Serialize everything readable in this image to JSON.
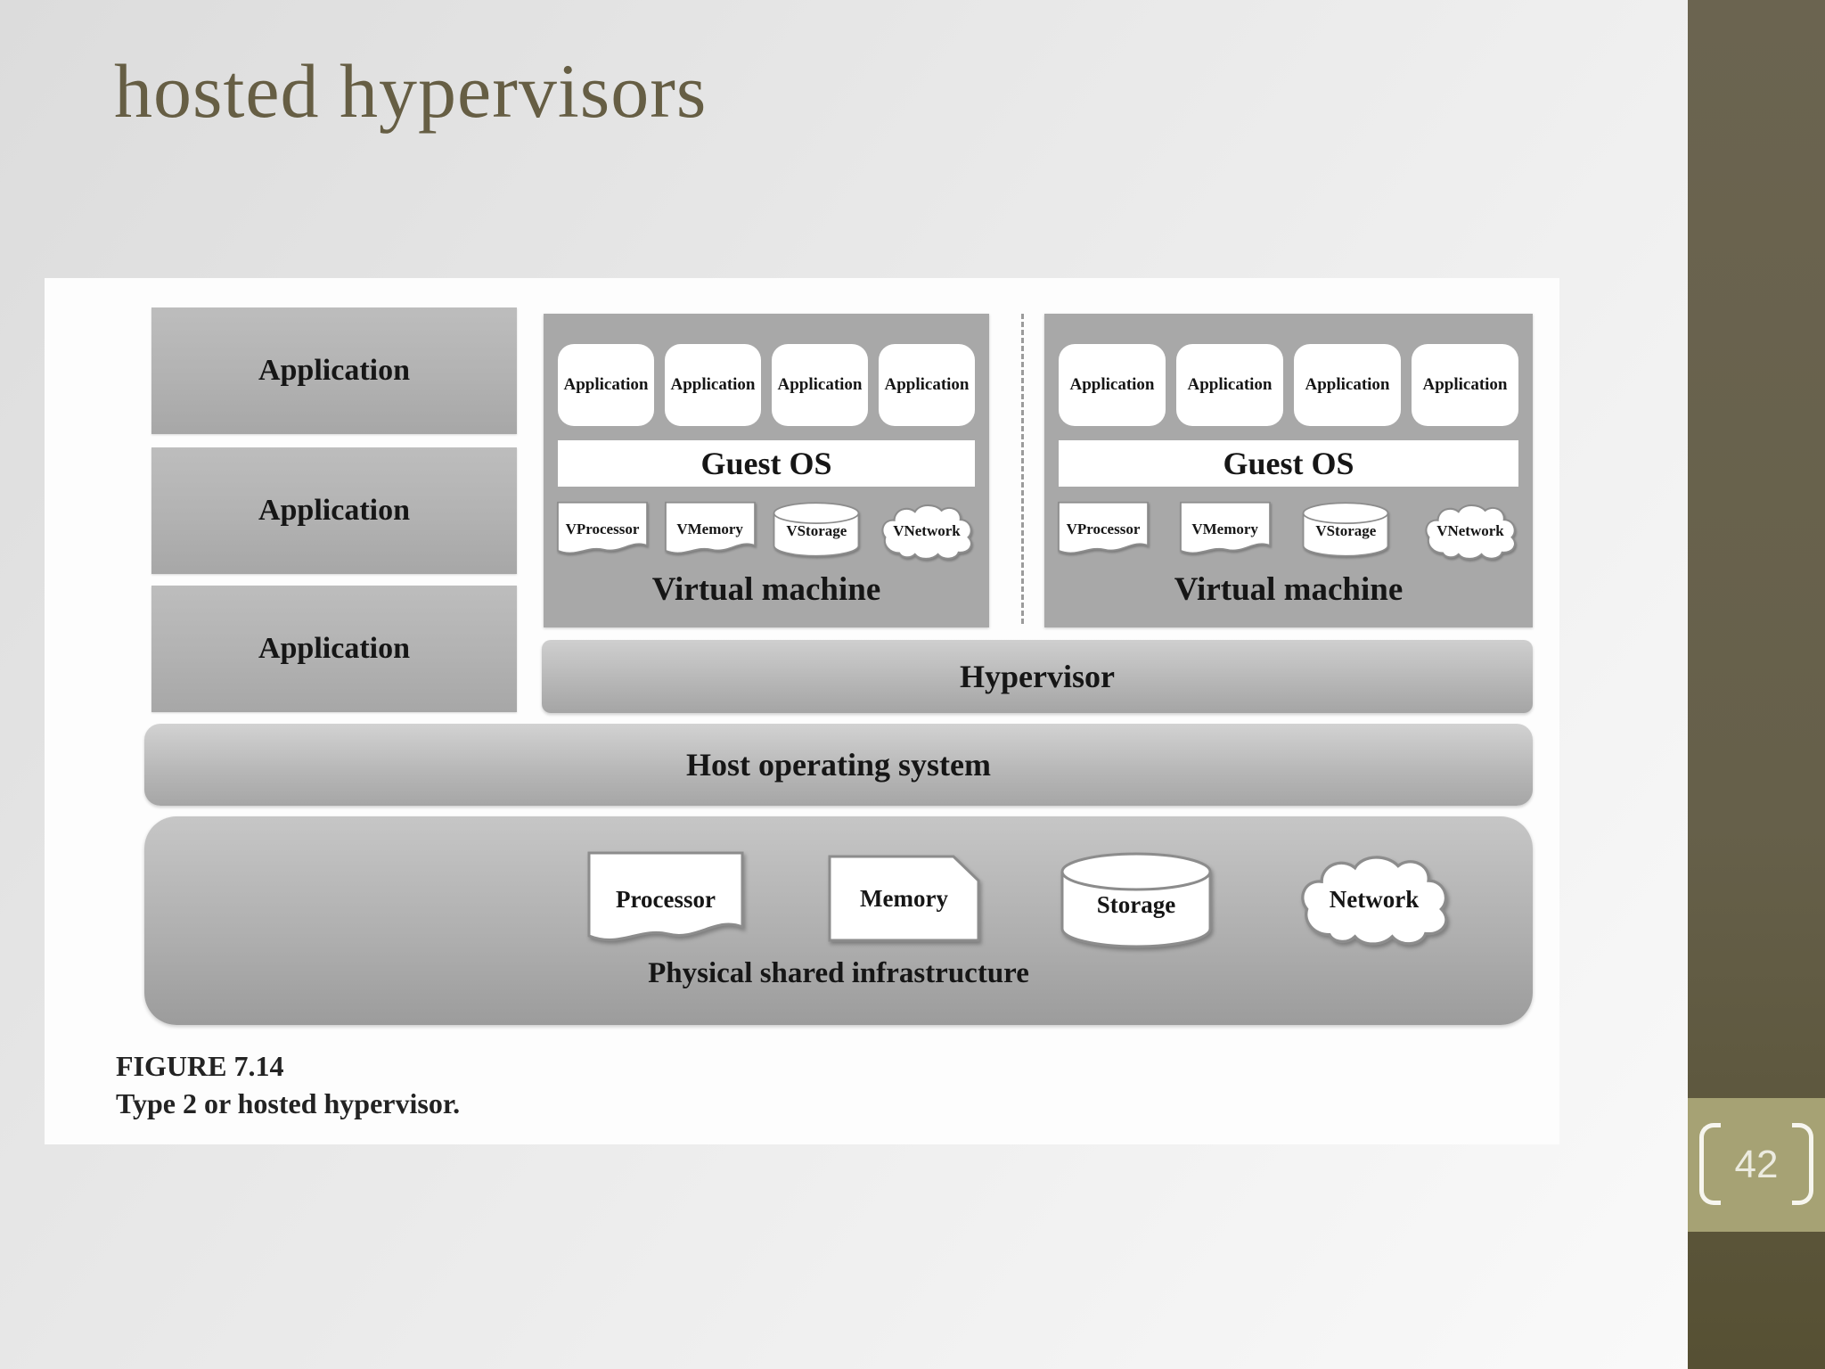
{
  "slide": {
    "title": "hosted hypervisors",
    "page_number": "42",
    "accent_band_color": "#66604a",
    "page_box_color": "#a6a274"
  },
  "figure": {
    "host_apps": [
      "Application",
      "Application",
      "Application"
    ],
    "vms": [
      {
        "label": "Virtual machine",
        "guest_os": "Guest OS",
        "apps": [
          "Application",
          "Application",
          "Application",
          "Application"
        ],
        "vdevices": [
          "VProcessor",
          "VMemory",
          "VStorage",
          "VNetwork"
        ]
      },
      {
        "label": "Virtual machine",
        "guest_os": "Guest OS",
        "apps": [
          "Application",
          "Application",
          "Application",
          "Application"
        ],
        "vdevices": [
          "VProcessor",
          "VMemory",
          "VStorage",
          "VNetwork"
        ]
      }
    ],
    "hypervisor_label": "Hypervisor",
    "host_os_label": "Host operating system",
    "physical": {
      "label": "Physical shared infrastructure",
      "devices": [
        "Processor",
        "Memory",
        "Storage",
        "Network"
      ]
    },
    "caption": {
      "label": "FIGURE 7.14",
      "text": "Type 2 or hosted hypervisor."
    }
  }
}
